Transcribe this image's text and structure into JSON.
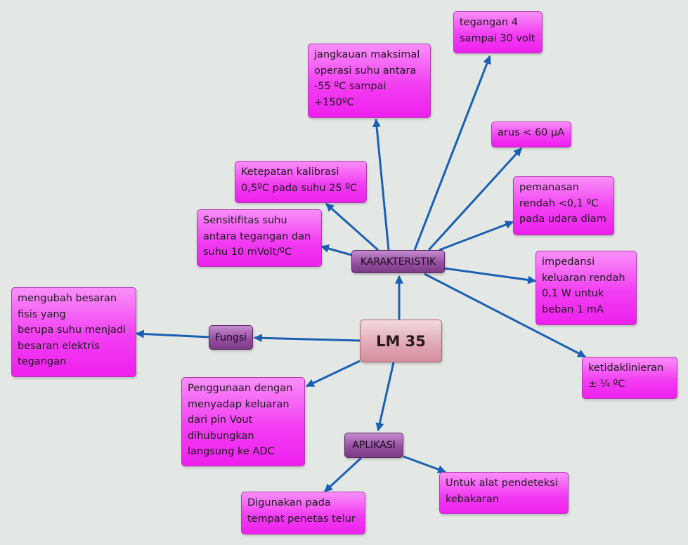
{
  "root": {
    "label": "LM 35"
  },
  "branches": {
    "karakteristik": "KARAKTERISTIK",
    "fungsi": "Fungsi",
    "aplikasi": "APLIKASI"
  },
  "karakteristik_items": {
    "tegangan": [
      "tegangan 4",
      "sampai 30 volt"
    ],
    "jangkauan": [
      "jangkauan maksimal",
      "operasi suhu antara",
      "-55 ºC sampai",
      "+150ºC"
    ],
    "arus": [
      "arus < 60 µA"
    ],
    "ketepatan": [
      "Ketepatan kalibrasi",
      "0,5ºC pada suhu 25 ºC"
    ],
    "pemanasan": [
      "pemanasan",
      "rendah <0,1 ºC",
      "pada udara diam"
    ],
    "sensitifitas": [
      "Sensitifitas suhu",
      "antara tegangan dan",
      "suhu 10 mVolt/ºC"
    ],
    "impedansi": [
      "impedansi",
      "keluaran rendah",
      "0,1 W untuk",
      "beban 1 mA"
    ],
    "ketidaklinieran": [
      "ketidaklinieran",
      "± ¼ ºC"
    ]
  },
  "fungsi_items": {
    "mengubah": [
      "mengubah besaran",
      "fisis yang",
      "berupa suhu menjadi",
      "besaran elektris",
      "tegangan"
    ]
  },
  "aplikasi_items": {
    "penggunaan": [
      "Penggunaan dengan",
      "menyadap keluaran",
      "dari pin Vout",
      "dihubungkan",
      "langsung ke ADC"
    ],
    "penetas": [
      "Digunakan pada",
      "tempat penetas telur"
    ],
    "pendeteksi": [
      "Untuk alat pendeteksi",
      "kebakaran"
    ]
  },
  "colors": {
    "background": "#e4e8e5",
    "arrow": "#1a5fb4",
    "leaf": "#ee20ee",
    "branch": "#95509f",
    "root": "#e0aab5"
  }
}
